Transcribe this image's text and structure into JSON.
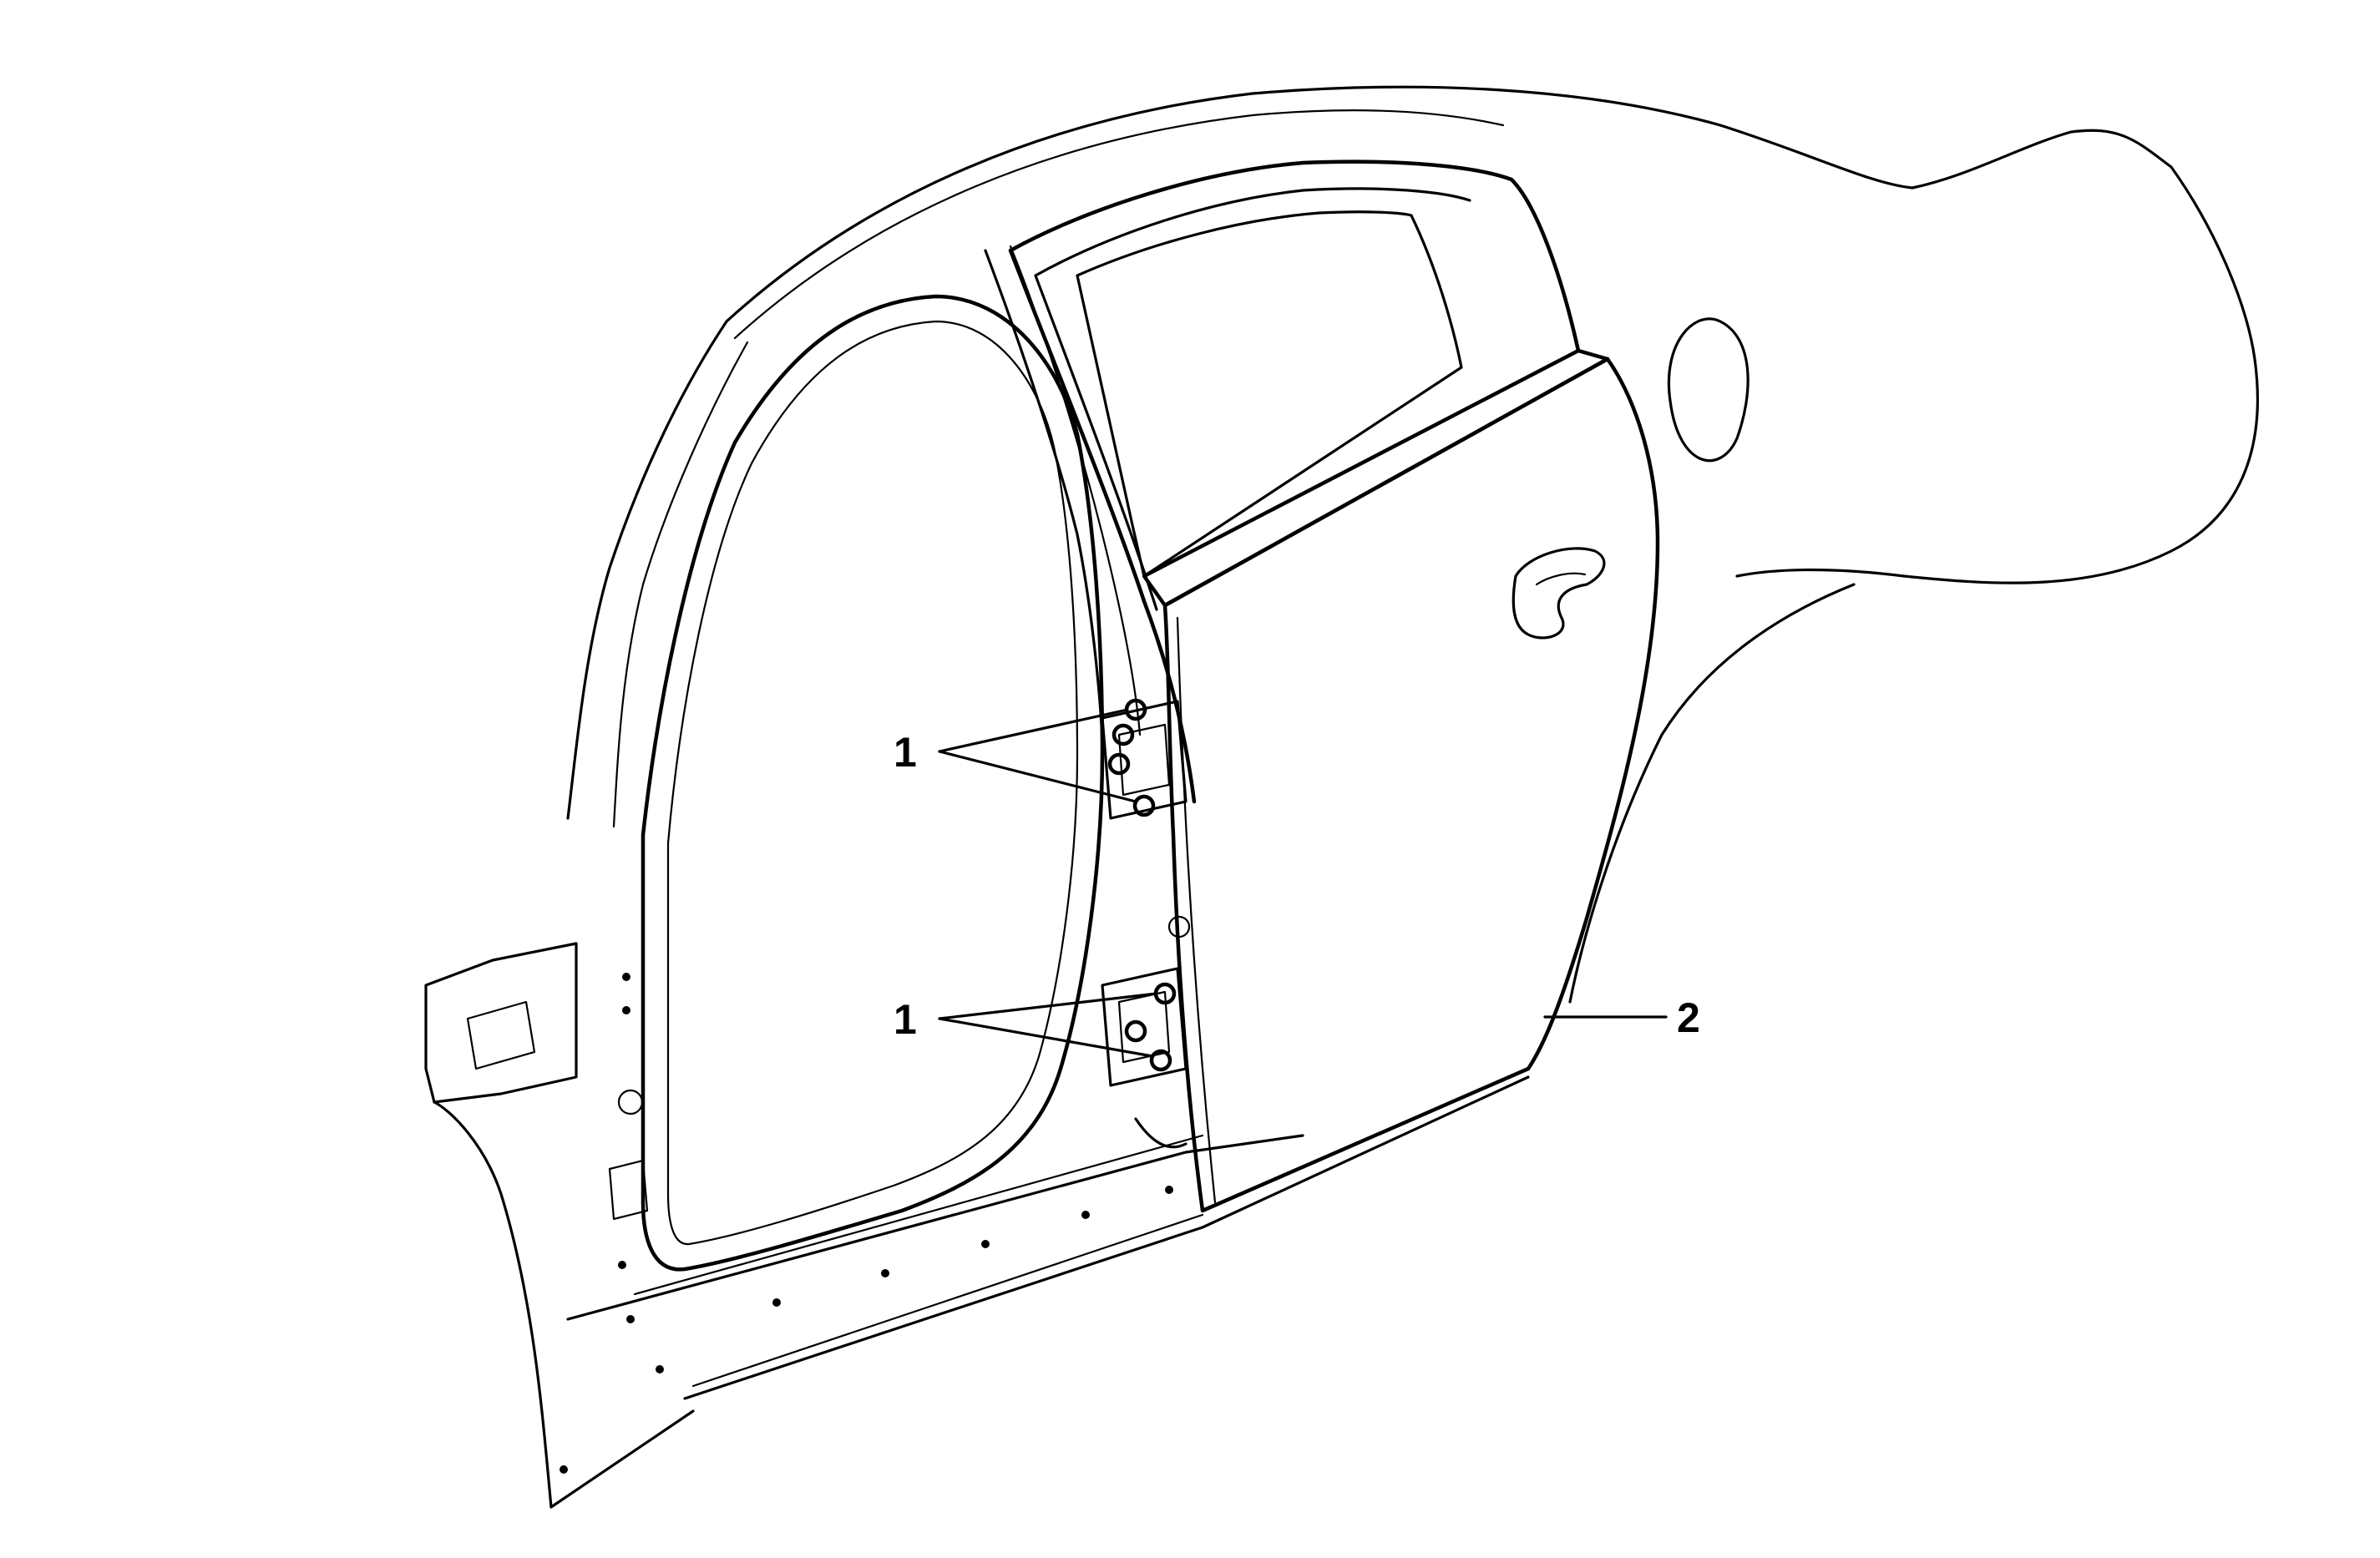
{
  "callouts": {
    "upper_hinge_bolts": "1",
    "lower_hinge_bolts": "1",
    "rear_door": "2"
  },
  "colors": {
    "line": "#000000",
    "background": "#ffffff"
  }
}
